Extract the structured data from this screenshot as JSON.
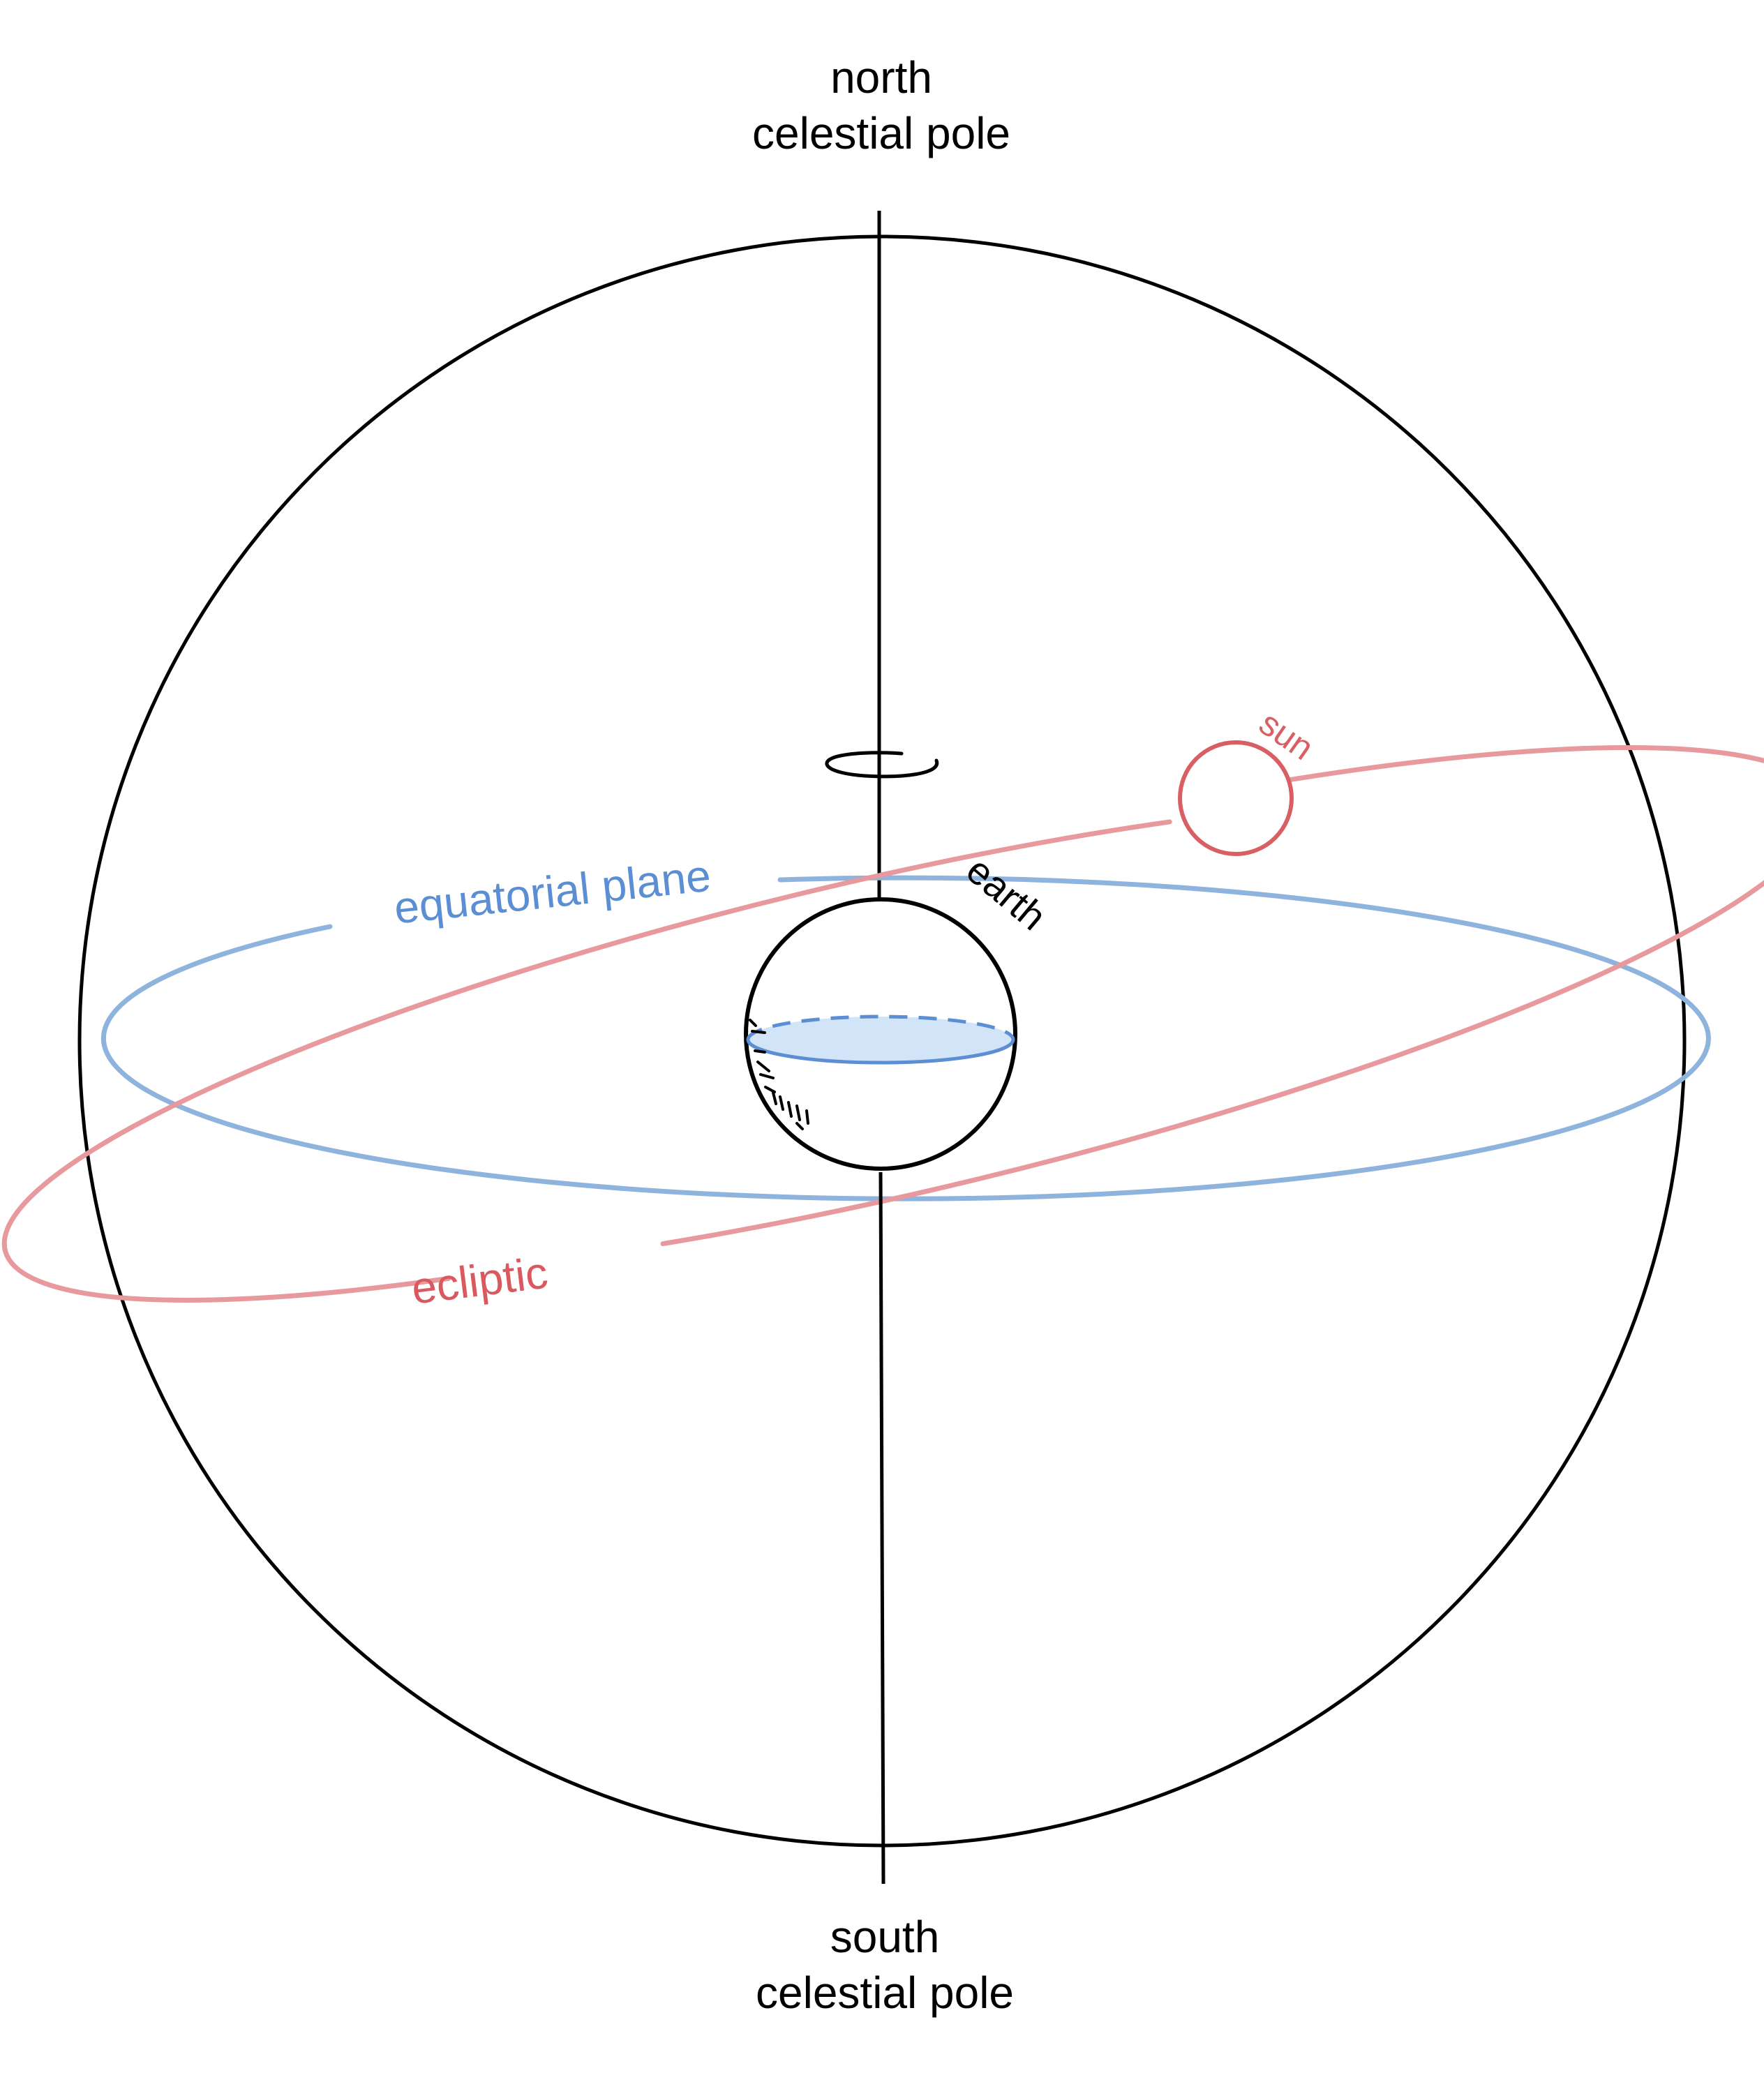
{
  "labels": {
    "north_line1": "north",
    "north_line2": "celestial pole",
    "south_line1": "south",
    "south_line2": "celestial pole",
    "equatorial": "equatorial plane",
    "ecliptic": "ecliptic",
    "earth": "earth",
    "sun": "sun"
  },
  "colors": {
    "outline": "#000000",
    "equatorial": "#8EB4DE",
    "equatorial_text": "#5B8ED3",
    "equator_fill": "#D2E4F8",
    "ecliptic": "#E8999D",
    "ecliptic_text": "#D9595F",
    "sun": "#D85F63"
  }
}
